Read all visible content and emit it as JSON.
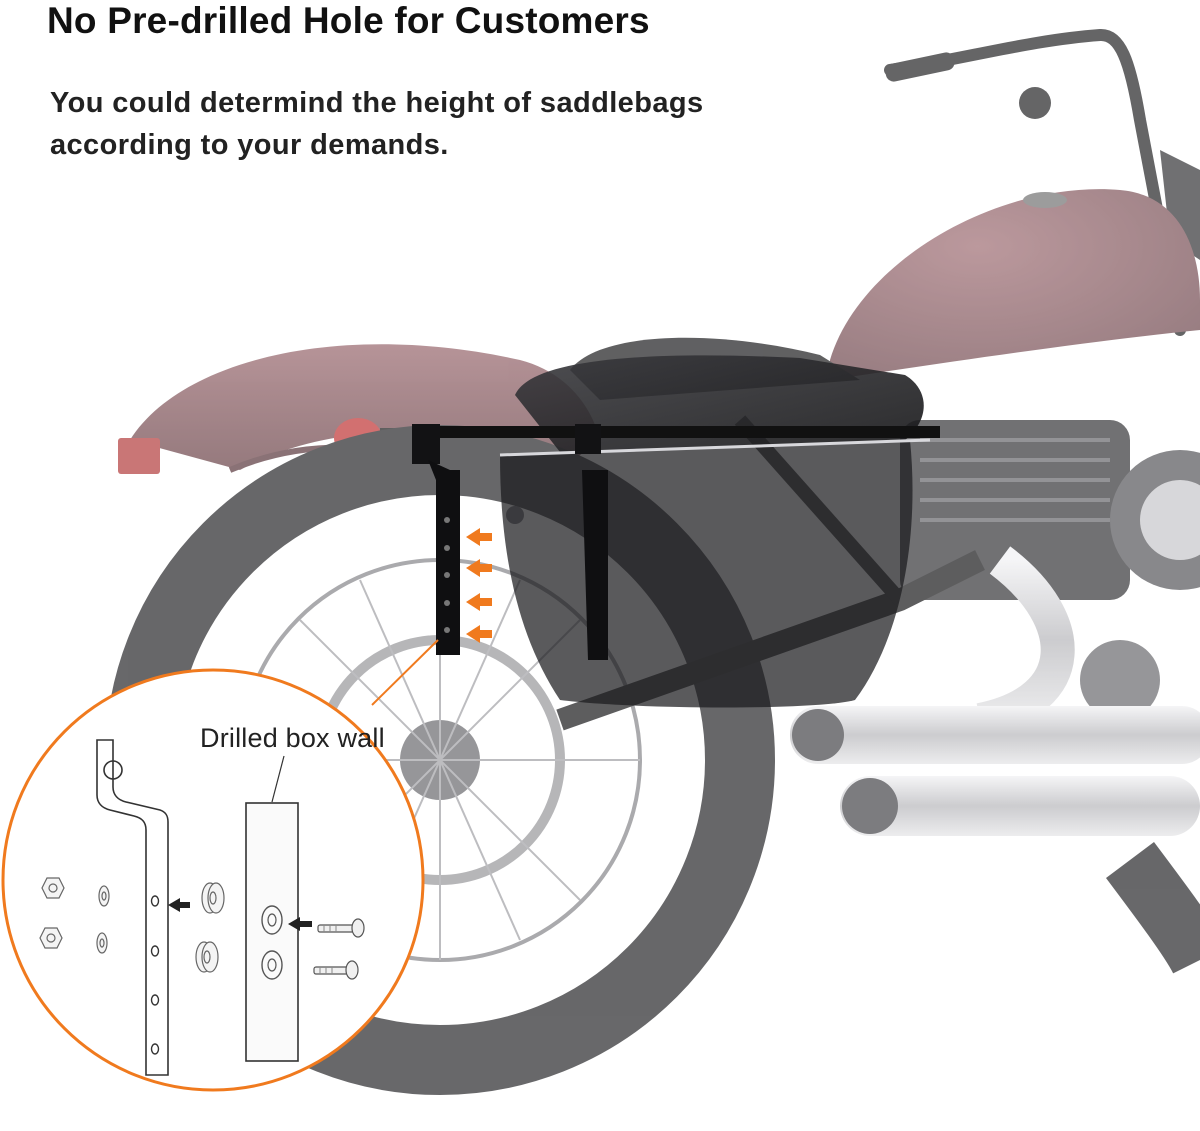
{
  "headline": "No Pre-drilled Hole for Customers",
  "subtext": "You could determind the height of saddlebags according to your demands.",
  "diagram": {
    "label": "Drilled box wall"
  },
  "colors": {
    "accent_orange": "#f07a1e",
    "fender_maroon": "#8a5a60",
    "saddlebag_black": "#1b1b1d",
    "chrome": "#c9c9cc"
  },
  "icons": [
    "arrow-left-icon",
    "hex-nut-icon",
    "washer-icon",
    "bolt-icon",
    "grommet-icon"
  ]
}
